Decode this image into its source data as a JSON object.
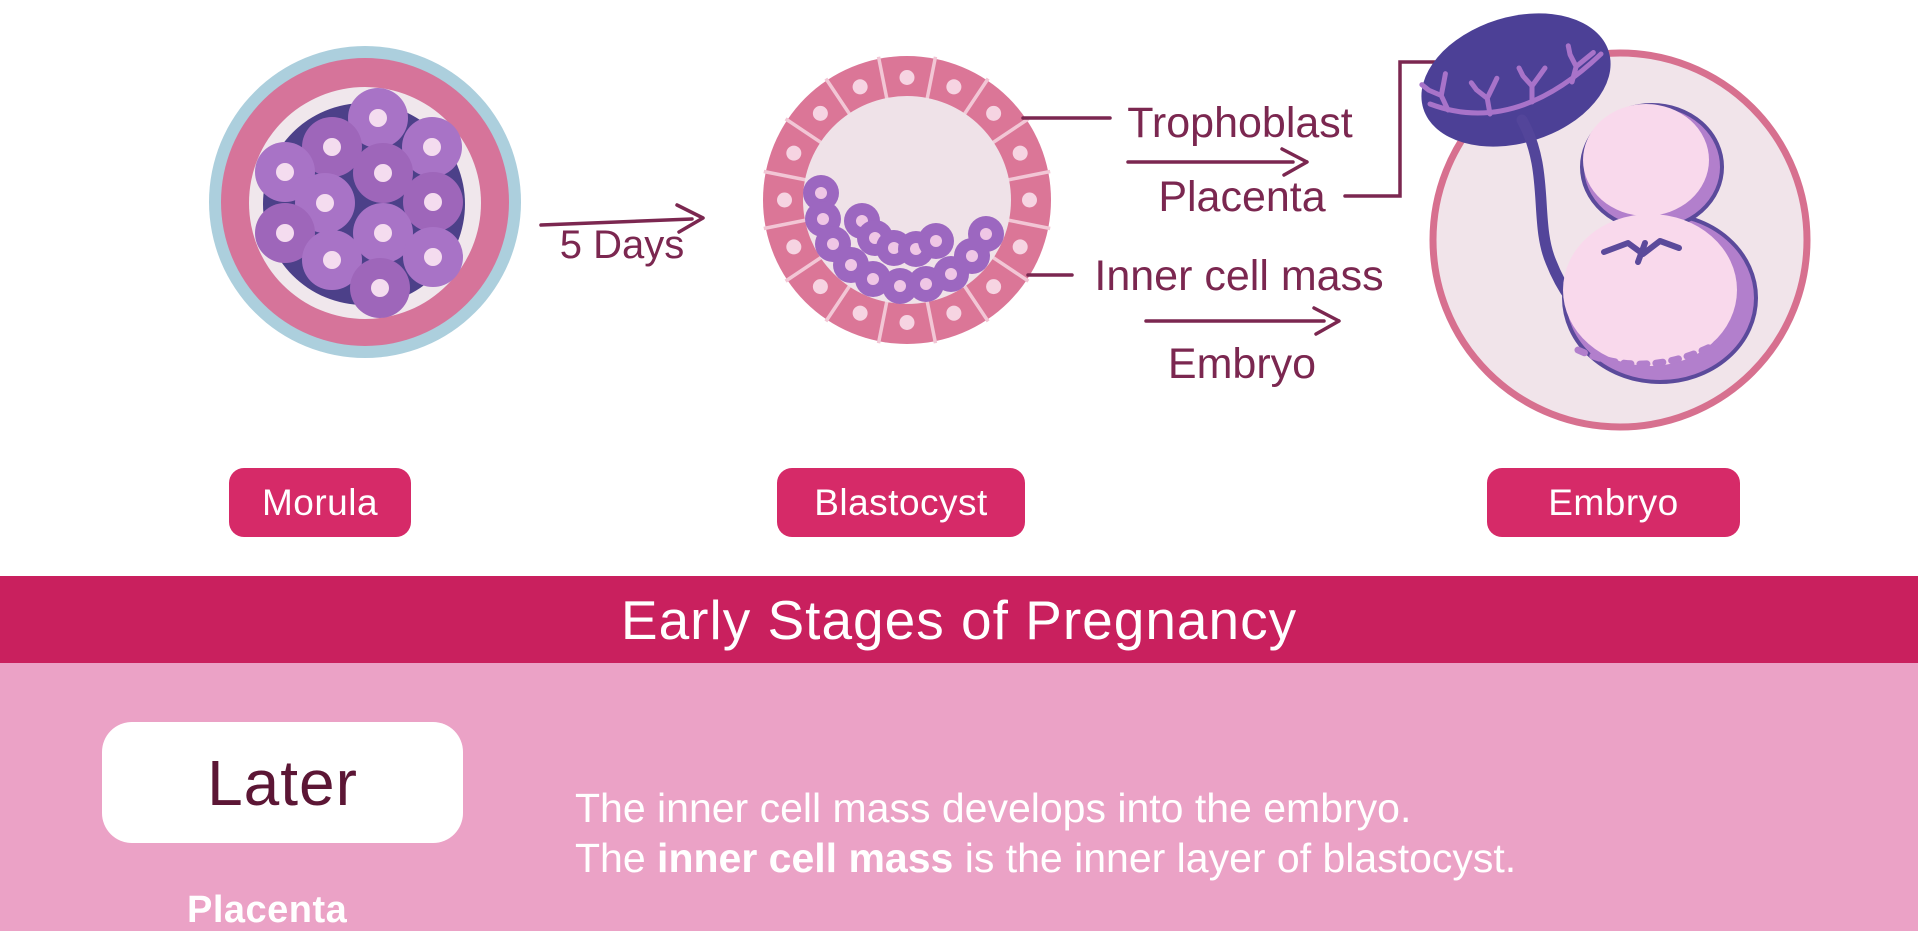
{
  "diagram": {
    "transition_label": "5 Days",
    "stages": [
      {
        "label": "Morula"
      },
      {
        "label": "Blastocyst"
      },
      {
        "label": "Embryo"
      }
    ],
    "annotations": {
      "trophoblast": "Trophoblast",
      "placenta": "Placenta",
      "inner_cell_mass": "Inner cell mass",
      "embryo": "Embryo"
    }
  },
  "title_band": {
    "title": "Early Stages of Pregnancy"
  },
  "footer": {
    "later_label": "Later",
    "placenta_label": "Placenta",
    "line1": "The inner cell mass develops into the embryo.",
    "line2_prefix": "The ",
    "line2_bold": "inner cell mass",
    "line2_suffix": " is the inner layer of blastocyst."
  },
  "colors": {
    "band_magenta": "#c9205e",
    "badge_magenta": "#d62a68",
    "footer_pink": "#eba2c6",
    "annotation_plum": "#7b2750",
    "later_maroon": "#5c1635",
    "text_white": "#ffffff",
    "morula_outer_blue": "#accfdd",
    "morula_ring_pink": "#d6749a",
    "zona_cream": "#f0e7ec",
    "morula_core_indigo": "#4c4089",
    "cell_purple": "#a873c6",
    "cell_nucleus_pink": "#f4dcef",
    "trophoblast_ring_pink": "#db7697",
    "blastocyst_fluid": "#efe2e8",
    "icm_purple": "#9c67c0",
    "embryo_circle_border": "#d7708f",
    "embryo_circle_fill": "#f1e4ea",
    "placenta_indigo": "#4c4096",
    "placenta_branch_purple": "#a873c9",
    "embryo_body_pink": "#f9d9ec",
    "embryo_shade_purple": "#b27fcc",
    "embryo_outline_indigo": "#5b4a9b"
  }
}
